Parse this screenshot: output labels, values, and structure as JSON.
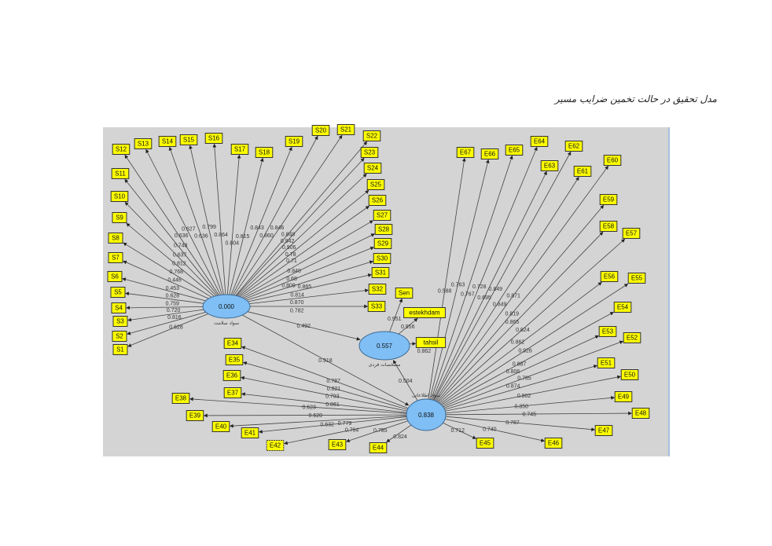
{
  "title": "مدل تحقیق در حالت تخمین ضرایب مسیر",
  "constructs": [
    {
      "id": "A",
      "value": "0.000",
      "name": "سواد سلامت"
    },
    {
      "id": "B",
      "value": "0.557",
      "name": "مشخصات فردی"
    },
    {
      "id": "C",
      "value": "0.838",
      "name": "سواد اطلاعاتی"
    }
  ],
  "paths": [
    {
      "from": "A",
      "to": "B",
      "coef": "0.492"
    },
    {
      "from": "A",
      "to": "C",
      "coef": "0.918"
    },
    {
      "from": "C",
      "to": "B",
      "coef": "0.504"
    }
  ],
  "indicators": [
    {
      "label": "S1",
      "construct": "A",
      "loading": "0.628"
    },
    {
      "label": "S2",
      "construct": "A",
      "loading": "0.816"
    },
    {
      "label": "S3",
      "construct": "A",
      "loading": "0.720"
    },
    {
      "label": "S4",
      "construct": "A",
      "loading": "0.759"
    },
    {
      "label": "S5",
      "construct": "A",
      "loading": "0.628"
    },
    {
      "label": "S6",
      "construct": "A",
      "loading": "0.453"
    },
    {
      "label": "S7",
      "construct": "A",
      "loading": "0.446"
    },
    {
      "label": "S8",
      "construct": "A",
      "loading": "0.768"
    },
    {
      "label": "S9",
      "construct": "A",
      "loading": "0.812"
    },
    {
      "label": "S10",
      "construct": "A",
      "loading": "0.637"
    },
    {
      "label": "S11",
      "construct": "A",
      "loading": "0.748"
    },
    {
      "label": "S12",
      "construct": "A",
      "loading": "0.636"
    },
    {
      "label": "S13",
      "construct": "A",
      "loading": "0.627"
    },
    {
      "label": "S14",
      "construct": "A",
      "loading": "0.636"
    },
    {
      "label": "S15",
      "construct": "A",
      "loading": "0.799"
    },
    {
      "label": "S16",
      "construct": "A",
      "loading": "0.864"
    },
    {
      "label": "S17",
      "construct": "A",
      "loading": "0.804"
    },
    {
      "label": "S18",
      "construct": "A",
      "loading": "0.815"
    },
    {
      "label": "S19",
      "construct": "A",
      "loading": "0.843"
    },
    {
      "label": "S20",
      "construct": "A",
      "loading": "0.860"
    },
    {
      "label": "S21",
      "construct": "A",
      "loading": "0.846"
    },
    {
      "label": "S22",
      "construct": "A",
      "loading": "0.849"
    },
    {
      "label": "S23",
      "construct": "A",
      "loading": "0.942"
    },
    {
      "label": "S24",
      "construct": "A",
      "loading": "0.906"
    },
    {
      "label": "S25",
      "construct": "A",
      "loading": "0.78"
    },
    {
      "label": "S26",
      "construct": "A",
      "loading": "0.71"
    },
    {
      "label": "S27",
      "construct": "A",
      "loading": "0.840"
    },
    {
      "label": "S28",
      "construct": "A",
      "loading": "0.68"
    },
    {
      "label": "S29",
      "construct": "A",
      "loading": "0.809"
    },
    {
      "label": "S30",
      "construct": "A",
      "loading": "0.865"
    },
    {
      "label": "S31",
      "construct": "A",
      "loading": "0.814"
    },
    {
      "label": "S32",
      "construct": "A",
      "loading": "0.870"
    },
    {
      "label": "S33",
      "construct": "A",
      "loading": "0.782"
    },
    {
      "label": "Sen",
      "construct": "B",
      "loading": "0.951"
    },
    {
      "label": "estekhdam",
      "construct": "B",
      "loading": "0.956"
    },
    {
      "label": "tahsil",
      "construct": "B",
      "loading": "0.862"
    },
    {
      "label": "E34",
      "construct": "C",
      "loading": "0.787"
    },
    {
      "label": "E35",
      "construct": "C",
      "loading": "0.821"
    },
    {
      "label": "E36",
      "construct": "C",
      "loading": "0.793"
    },
    {
      "label": "E37",
      "construct": "C",
      "loading": "0.861"
    },
    {
      "label": "E38",
      "construct": "C",
      "loading": "0.623"
    },
    {
      "label": "E39",
      "construct": "C",
      "loading": "0.620"
    },
    {
      "label": "E40",
      "construct": "C",
      "loading": "0.632"
    },
    {
      "label": "E41",
      "construct": "C",
      "loading": "0.779"
    },
    {
      "label": "E42",
      "construct": "C",
      "loading": "0.764"
    },
    {
      "label": "E43",
      "construct": "C",
      "loading": "0.785"
    },
    {
      "label": "E44",
      "construct": "C",
      "loading": "0.824"
    },
    {
      "label": "E45",
      "construct": "C",
      "loading": "0.712"
    },
    {
      "label": "E46",
      "construct": "C",
      "loading": "0.740"
    },
    {
      "label": "E47",
      "construct": "C",
      "loading": "0.787"
    },
    {
      "label": "E48",
      "construct": "C",
      "loading": "0.745"
    },
    {
      "label": "E49",
      "construct": "C",
      "loading": "0.850"
    },
    {
      "label": "E50",
      "construct": "C",
      "loading": "0.802"
    },
    {
      "label": "E51",
      "construct": "C",
      "loading": "0.874"
    },
    {
      "label": "E52",
      "construct": "C",
      "loading": "0.785"
    },
    {
      "label": "E53",
      "construct": "C",
      "loading": "0.806"
    },
    {
      "label": "E54",
      "construct": "C",
      "loading": "0.887"
    },
    {
      "label": "E55",
      "construct": "C",
      "loading": "0.926"
    },
    {
      "label": "E56",
      "construct": "C",
      "loading": "0.862"
    },
    {
      "label": "E57",
      "construct": "C",
      "loading": "0.824"
    },
    {
      "label": "E58",
      "construct": "C",
      "loading": "0.865"
    },
    {
      "label": "E59",
      "construct": "C",
      "loading": "0.819"
    },
    {
      "label": "E60",
      "construct": "C",
      "loading": "0.871"
    },
    {
      "label": "E61",
      "construct": "C",
      "loading": "0.849"
    },
    {
      "label": "E62",
      "construct": "C",
      "loading": "0.849"
    },
    {
      "label": "E63",
      "construct": "C",
      "loading": "0.695"
    },
    {
      "label": "E64",
      "construct": "C",
      "loading": "0.728"
    },
    {
      "label": "E65",
      "construct": "C",
      "loading": "0.767"
    },
    {
      "label": "E66",
      "construct": "C",
      "loading": "0.763"
    },
    {
      "label": "E67",
      "construct": "C",
      "loading": "0.588"
    }
  ]
}
